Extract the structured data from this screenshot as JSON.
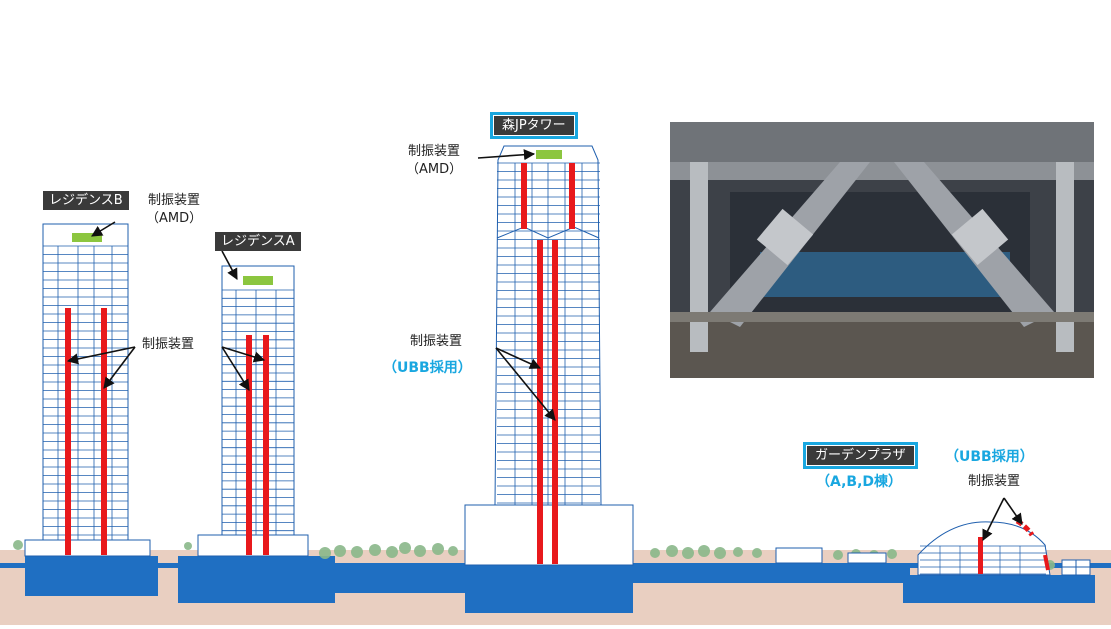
{
  "buildings": {
    "residence_b": "レジデンスB",
    "residence_a": "レジデンスA",
    "mori_jp_tower": "森JPタワー",
    "garden_plaza": "ガーデンプラザ"
  },
  "annotations": {
    "damper_amd_line1": "制振装置",
    "damper_amd_line2": "（AMD）",
    "damper": "制振装置",
    "ubb_adopted": "（UBB採用）",
    "abd_buildings": "（A,B,D棟）"
  },
  "colors": {
    "facade": "#1f5fae",
    "damper": "#e8191c",
    "amd": "#8cc63f",
    "ground": "#e9cfc1",
    "basement": "#1f6fc2",
    "highlight": "#19a7e0"
  }
}
